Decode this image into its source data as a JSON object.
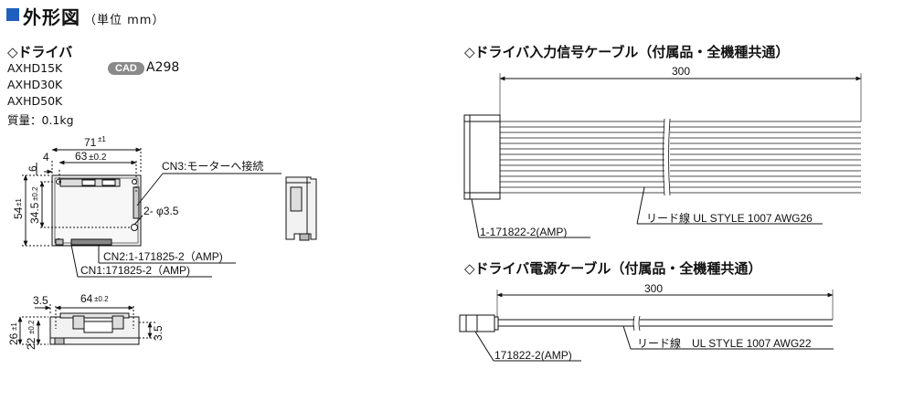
{
  "header": {
    "title": "外形図",
    "unit": "（単位 mm）",
    "accent": "#1f5fbf"
  },
  "driver": {
    "heading": "◇ドライバ",
    "models": [
      "AXHD15K",
      "AXHD30K",
      "AXHD50K"
    ],
    "mass": "質量：0.1kg",
    "cad_badge": "CAD",
    "cad_code": "A298",
    "dims": {
      "width_outer": "71",
      "width_outer_tol": "±1",
      "width_inner": "63",
      "width_inner_tol": "±0.2",
      "height_outer": "54",
      "height_outer_tol": "±1",
      "height_inner": "34.5",
      "height_inner_tol": "±0.2",
      "top_offset": "6",
      "left_offset": "4",
      "hole": "2- φ3.5",
      "cn3": "CN3:モーターへ接続",
      "cn2": "CN2:1-171825-2（AMP)",
      "cn1": "CN1:171825-2（AMP)",
      "side_left": "3.5",
      "side_width": "64",
      "side_width_tol": "±0.2",
      "side_height_outer": "26",
      "side_height_outer_tol": "±1",
      "side_height_inner": "22",
      "side_height_inner_tol": "±0.2",
      "side_right": "3.5"
    }
  },
  "input_cable": {
    "heading": "◇ドライバ入力信号ケーブル（付属品・全機種共通）",
    "length": "300",
    "wire_label": "リード線 UL STYLE 1007 AWG26",
    "connector_label": "1-171822-2(AMP)"
  },
  "power_cable": {
    "heading": "◇ドライバ電源ケーブル（付属品・全機種共通）",
    "length": "300",
    "wire_label": "リード線　UL STYLE 1007 AWG22",
    "connector_label": "171822-2(AMP)"
  }
}
